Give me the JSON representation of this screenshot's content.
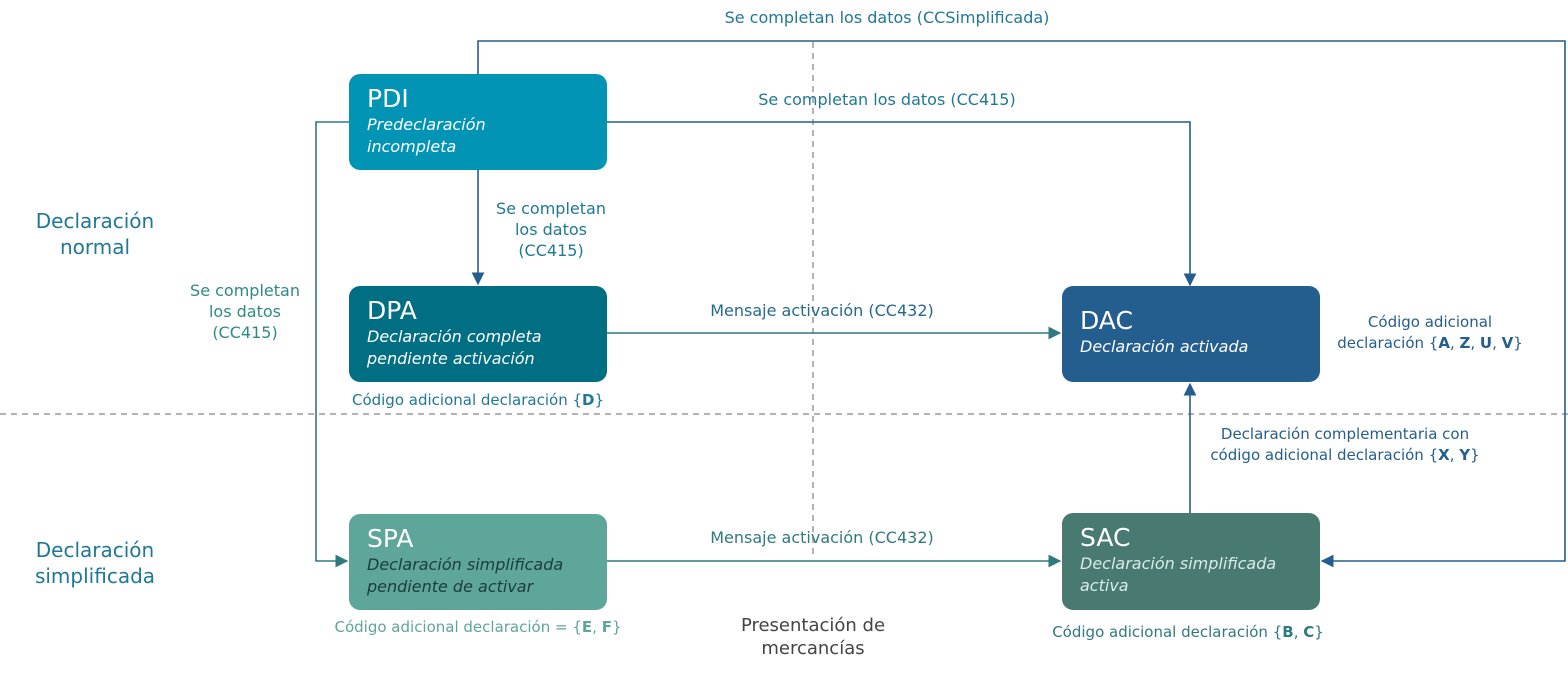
{
  "colors": {
    "pdi": "#0194b4",
    "dpa": "#006f84",
    "dac": "#245e8e",
    "spa": "#5ea59a",
    "sac": "#487a72",
    "arrow_blue": "#245e8e",
    "arrow_teal": "#2f7a80",
    "dashed": "#9a9a9a"
  },
  "lanes": {
    "normal": "Declaración\nnormal",
    "simplificada": "Declaración\nsimplificada"
  },
  "nodes": {
    "pdi": {
      "code": "PDI",
      "desc": "Predeclaración\nincompleta"
    },
    "dpa": {
      "code": "DPA",
      "desc": "Declaración completa\npendiente activación"
    },
    "dac": {
      "code": "DAC",
      "desc": "Declaración activada"
    },
    "spa": {
      "code": "SPA",
      "desc": "Declaración simplificada\npendiente de activar"
    },
    "sac": {
      "code": "SAC",
      "desc": "Declaración simplificada\nactiva"
    }
  },
  "edges": {
    "pdi_sac": "Se completan los datos (CCSimplificada)",
    "pdi_dac": "Se completan los datos (CC415)",
    "pdi_dpa": "Se completan\nlos datos\n(CC415)",
    "pdi_spa": "Se completan\nlos datos\n(CC415)",
    "dpa_dac": "Mensaje activación (CC432)",
    "spa_sac": "Mensaje activación (CC432)",
    "sac_dac_line1": "Declaración complementaria con",
    "sac_dac_prefix": "código adicional declaración {",
    "sac_dac_codes": [
      "X",
      "Y"
    ]
  },
  "codes": {
    "dpa": {
      "prefix": "Código adicional declaración {",
      "values": [
        "D"
      ]
    },
    "dac": {
      "line1": "Código adicional",
      "prefix": "declaración {",
      "values": [
        "A",
        "Z",
        "U",
        "V"
      ]
    },
    "spa": {
      "prefix": "Código adicional declaración = {",
      "values": [
        "E",
        "F"
      ]
    },
    "sac": {
      "prefix": "Código adicional declaración {",
      "values": [
        "B",
        "C"
      ]
    }
  },
  "presentation": "Presentación de\nmercancías"
}
